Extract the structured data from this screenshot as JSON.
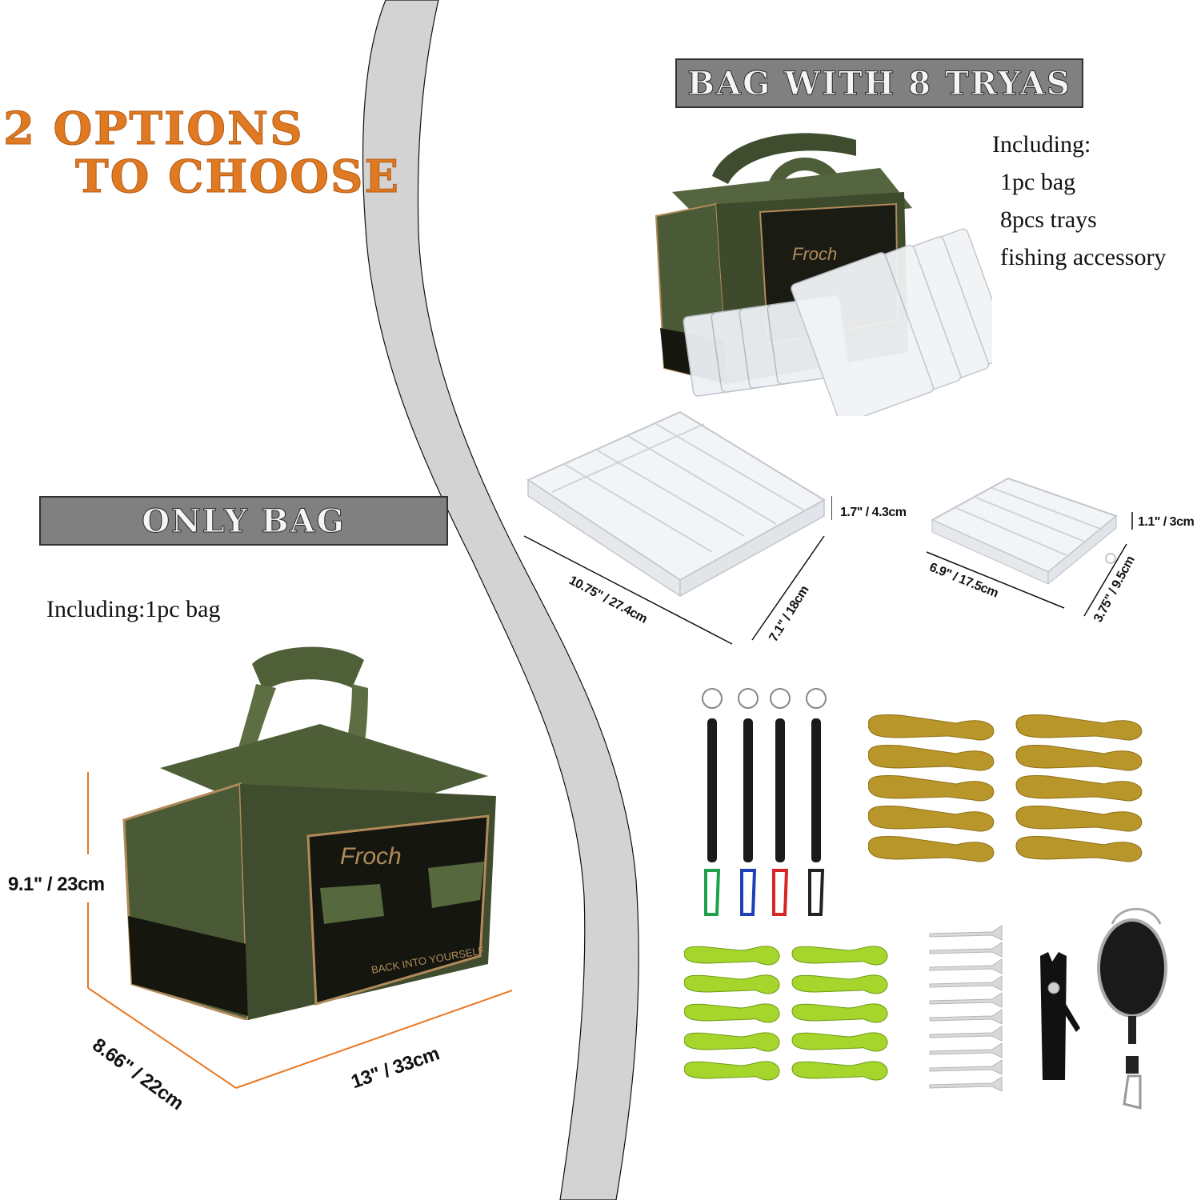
{
  "headline": {
    "line1": "2 OPTIONS",
    "line2": "TO CHOOSE",
    "color": "#e07a22"
  },
  "option_with_trays": {
    "banner": "BAG WITH 8 TRYAS",
    "including_title": "Including:",
    "items": [
      "1pc bag",
      "8pcs trays",
      "fishing accessory"
    ],
    "large_tray": {
      "height": "1.7\" / 4.3cm",
      "length": "10.75\" / 27.4cm",
      "width": "7.1\" / 18cm"
    },
    "small_tray": {
      "height": "1.1\" / 3cm",
      "length": "6.9\" / 17.5cm",
      "width": "3.75\" / 9.5cm"
    },
    "accessories": [
      {
        "name": "lanyard-coils",
        "count": 4,
        "carabiner_colors": [
          "#1fa04a",
          "#1e3fb5",
          "#d52525",
          "#222222"
        ]
      },
      {
        "name": "paddle-tail-grubs",
        "count": 10,
        "color": "#b8962a"
      },
      {
        "name": "curly-tail-grubs",
        "count": 10,
        "color": "#a6d62c"
      },
      {
        "name": "t-tail-minnows",
        "count": 10,
        "color": "#d9d9d9"
      },
      {
        "name": "line-clipper",
        "count": 1
      },
      {
        "name": "retractor-zinger",
        "count": 1
      }
    ]
  },
  "option_only_bag": {
    "banner": "ONLY BAG",
    "including": "Including:1pc bag",
    "bag_brand": "Froch",
    "bag_slogan": "BACK INTO YOURSELF",
    "dimensions": {
      "height": "9.1\" / 23cm",
      "depth": "8.66\" / 22cm",
      "length": "13\" / 33cm"
    },
    "dimension_line_color": "#e87722"
  },
  "colors": {
    "divider_gray": "#d3d3d3",
    "banner_gray": "#808080",
    "bag_green": "#4a5a36",
    "bag_black": "#15170f",
    "bag_trim": "#b08a5a"
  }
}
